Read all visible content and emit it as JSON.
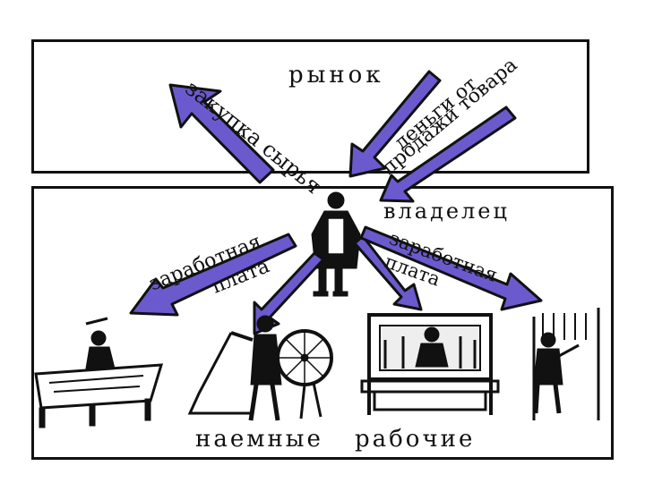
{
  "market": {
    "label": "рынок"
  },
  "owner": {
    "label": "владелец"
  },
  "arrows": {
    "purchase": "закупка сырья",
    "money_line1": "деньги от",
    "money_line2": "продажи товара",
    "wage_left_line1": "заработная",
    "wage_left_line2": "плата",
    "wage_right_line1": "заработная",
    "wage_right_line2": "плата"
  },
  "workers": {
    "label_part1": "наемные",
    "label_part2": "рабочие"
  },
  "colors": {
    "arrow_fill": "#6a5acd",
    "outline": "#111111"
  }
}
